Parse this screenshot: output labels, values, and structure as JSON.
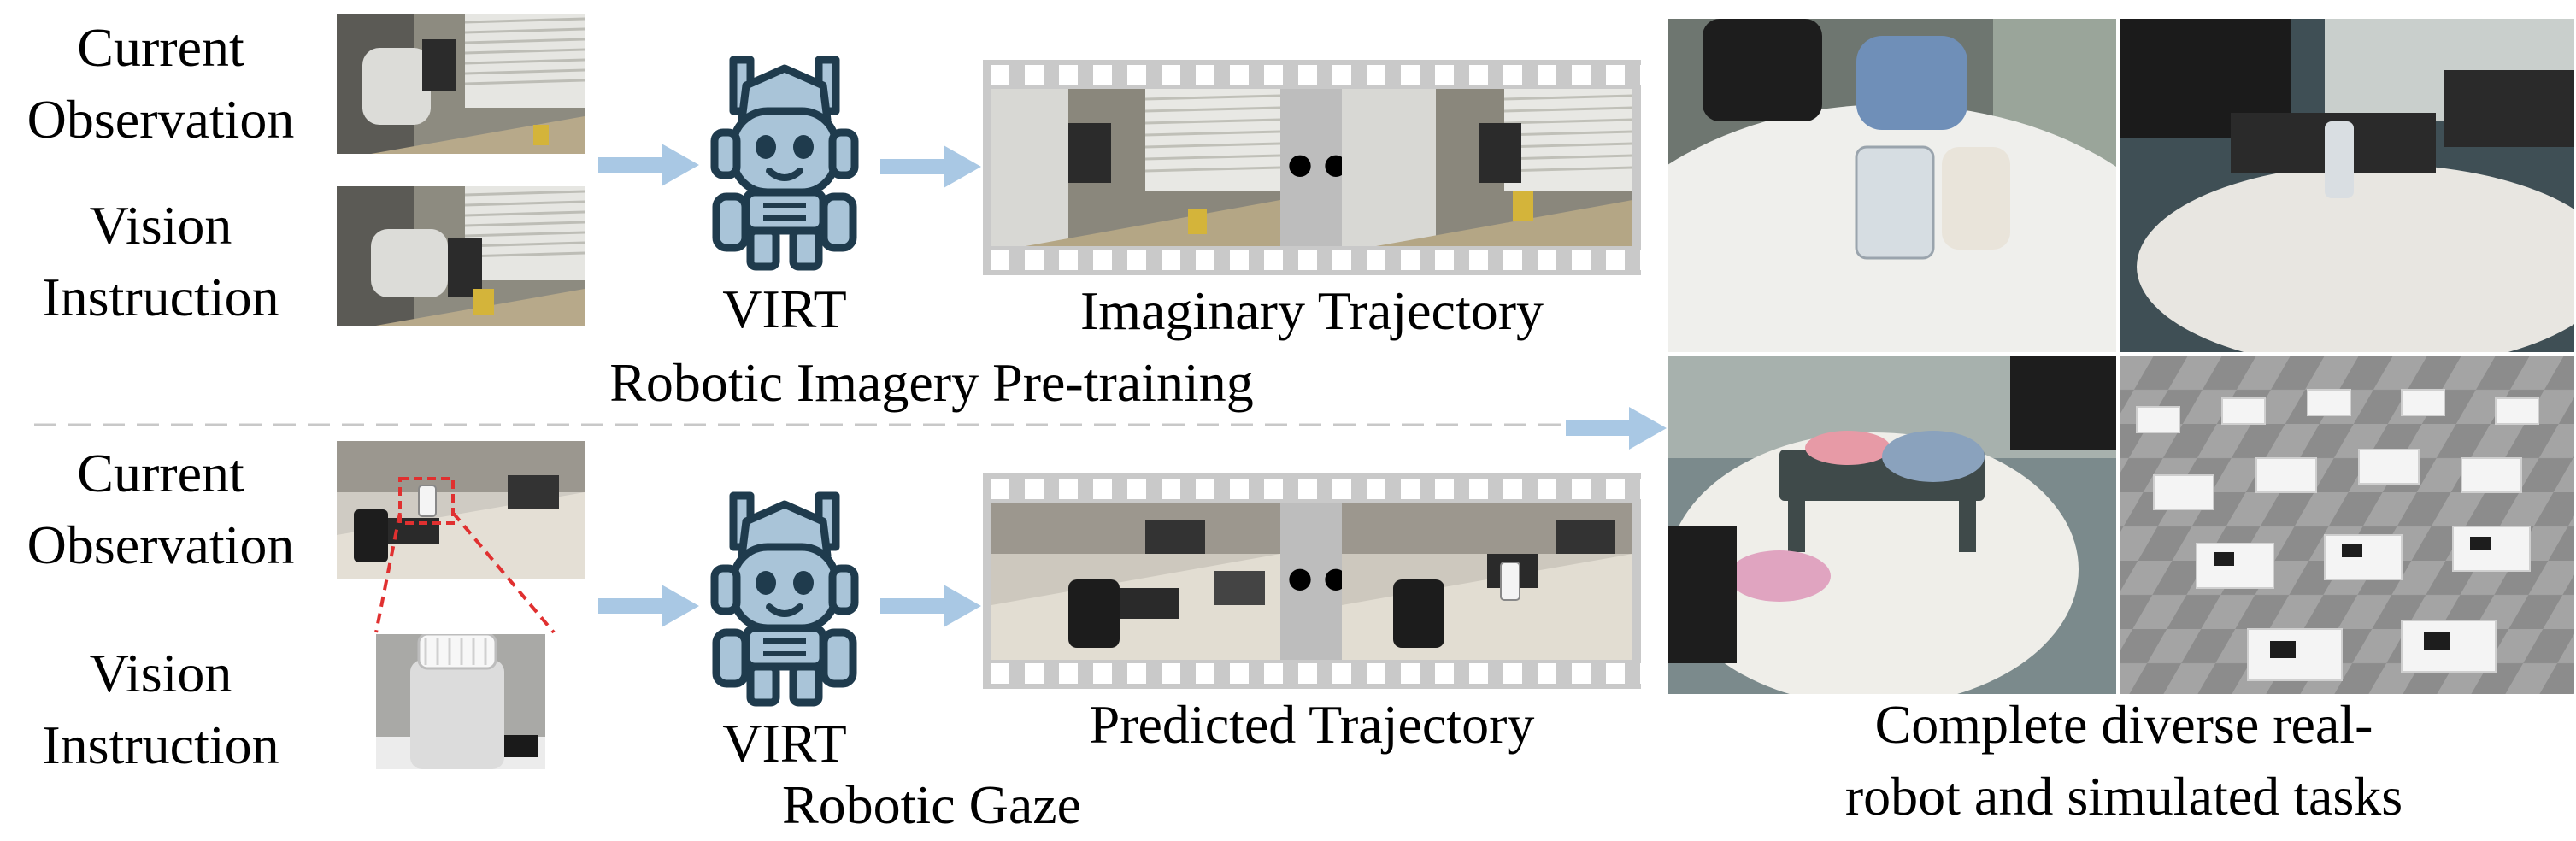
{
  "pretrain": {
    "current_observation": [
      "Current",
      "Observation"
    ],
    "vision_instruction": [
      "Vision",
      "Instruction"
    ],
    "model_label": "VIRT",
    "trajectory_label": "Imaginary Trajectory",
    "stage_title": "Robotic Imagery Pre-training",
    "ellipsis": "•••"
  },
  "gaze": {
    "current_observation": [
      "Current",
      "Observation"
    ],
    "vision_instruction": [
      "Vision",
      "Instruction"
    ],
    "model_label": "VIRT",
    "trajectory_label": "Predicted Trajectory",
    "stage_title": "Robotic Gaze",
    "ellipsis": "•••"
  },
  "tasks": {
    "caption": [
      "Complete diverse real-",
      "robot and simulated tasks"
    ]
  },
  "colors": {
    "arrow": "#a9c8e4",
    "robot_dark": "#1f3b4d",
    "robot_light": "#a9c4d8",
    "film": "#c9c9c9",
    "zoom_box": "#e03030"
  }
}
